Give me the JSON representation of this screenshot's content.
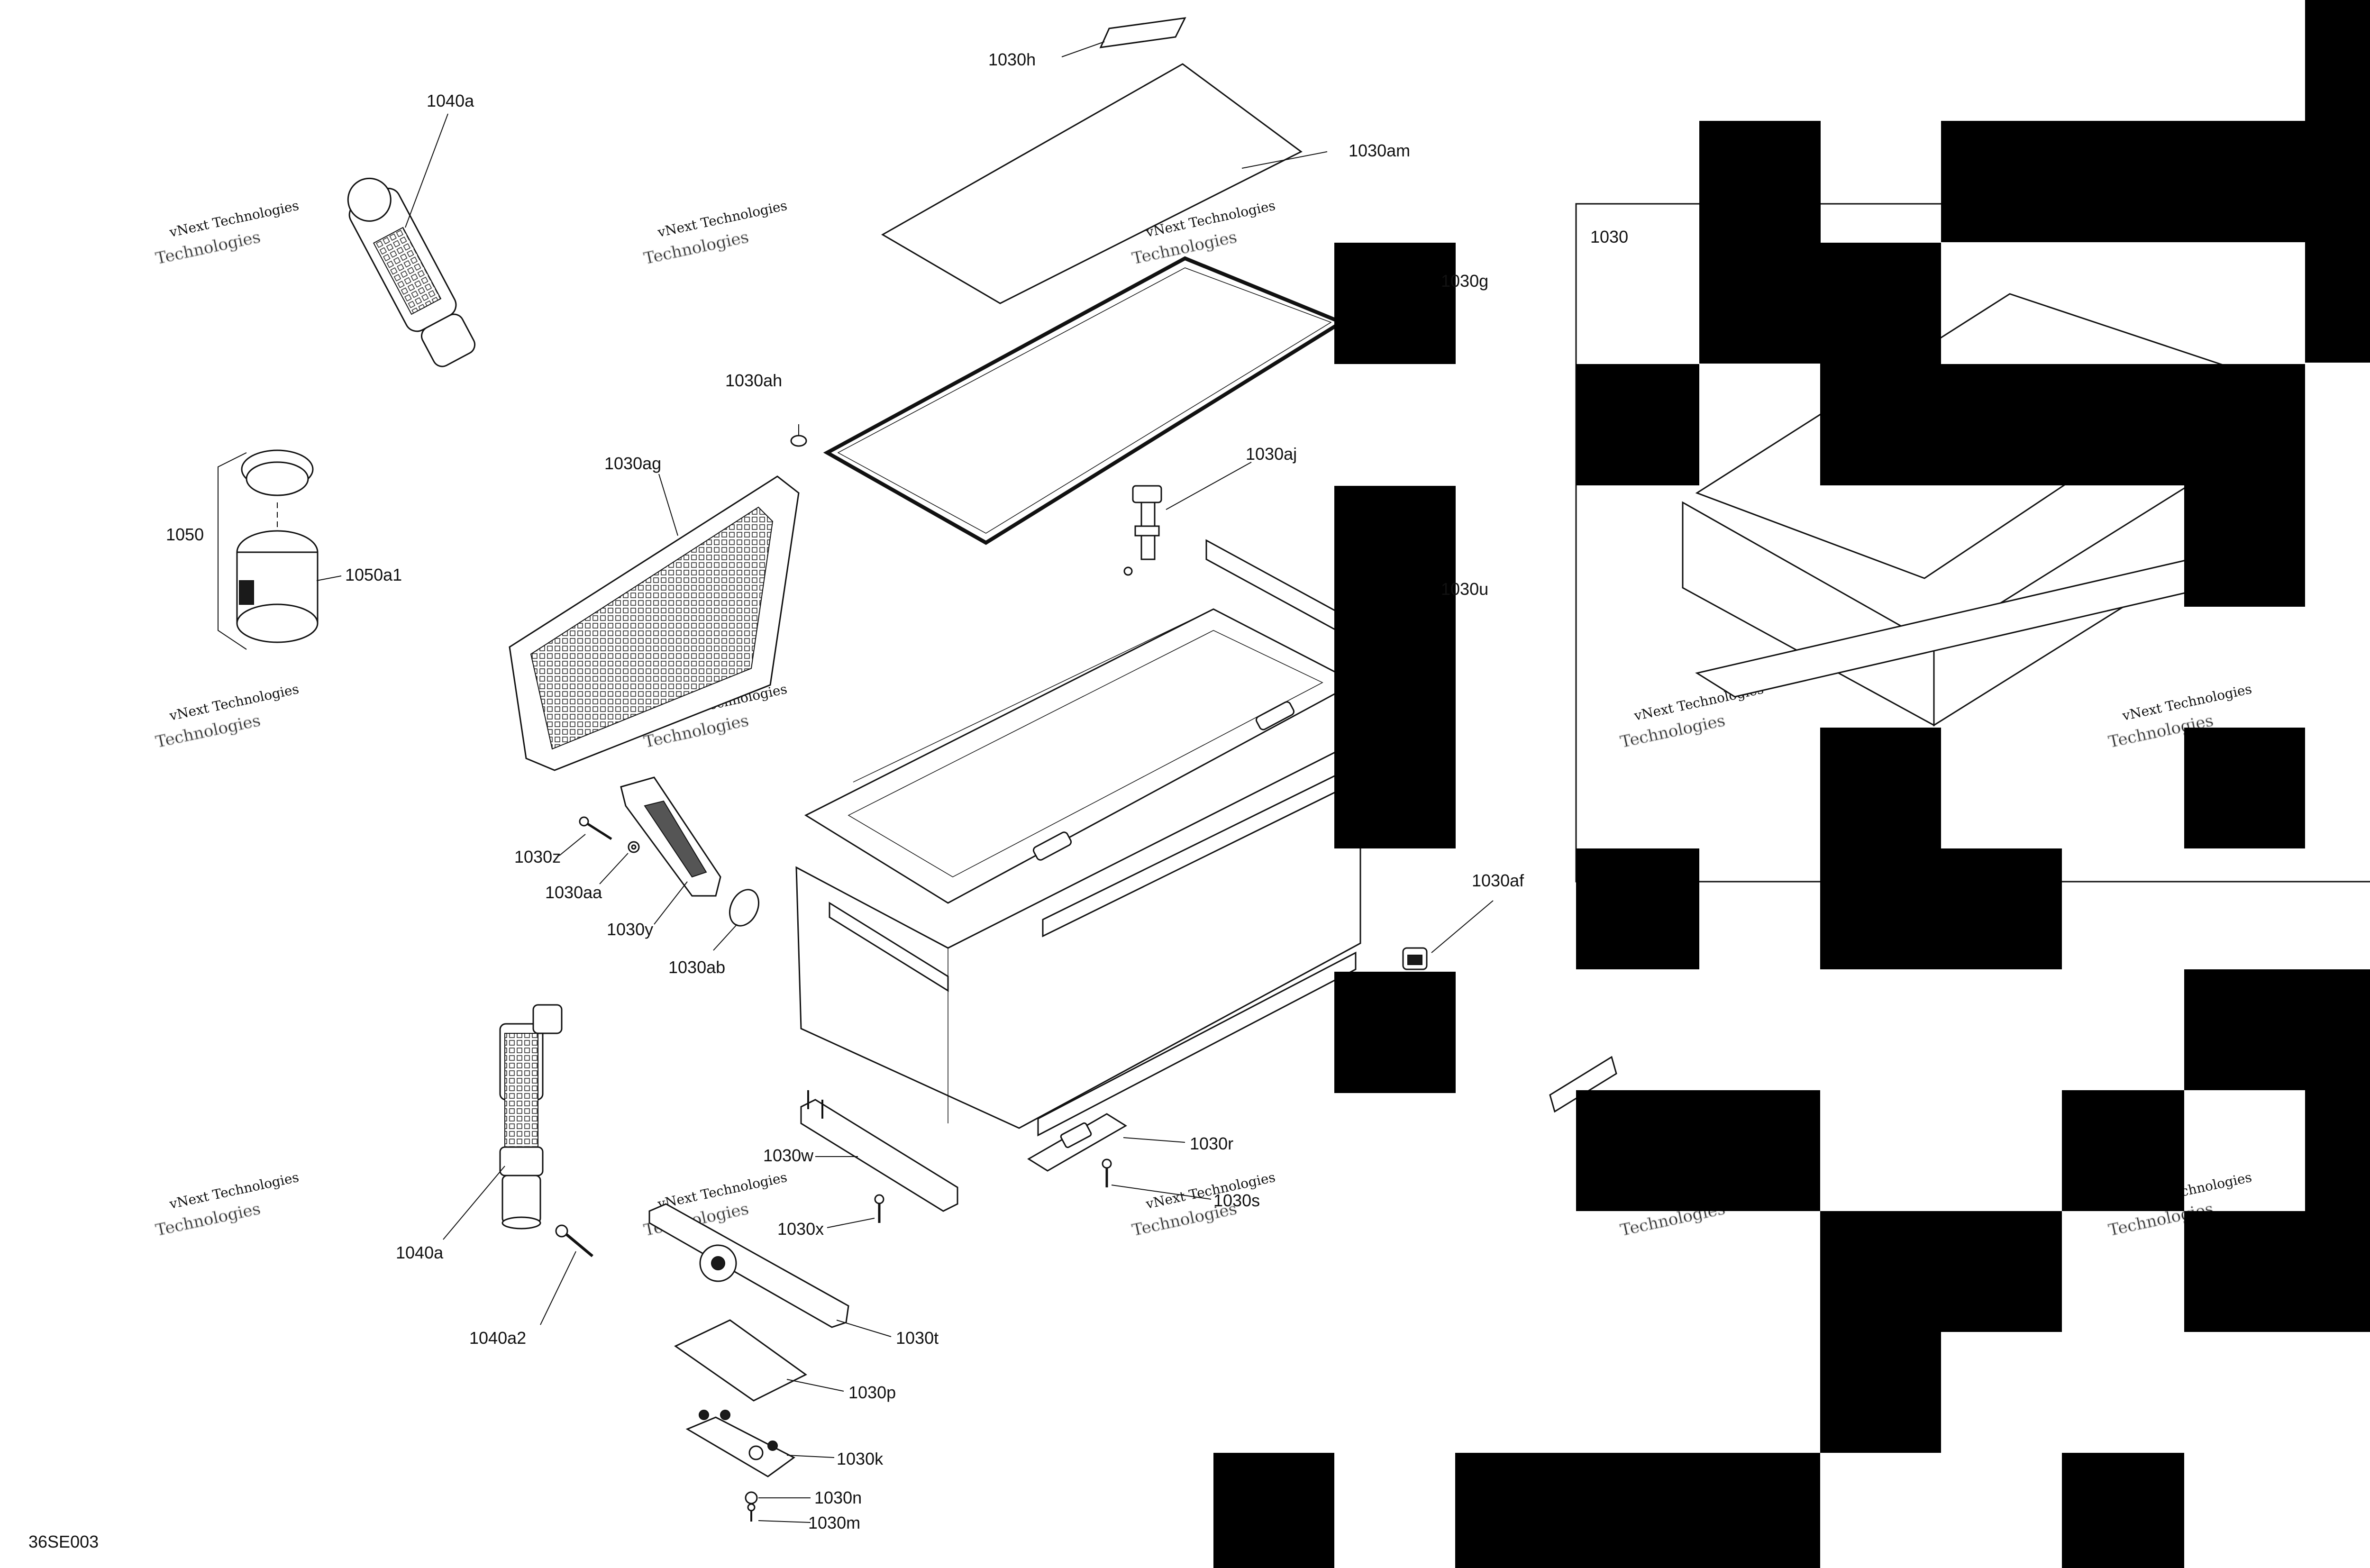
{
  "diagram_code": "36SE003",
  "inset_label": "1030",
  "watermark": {
    "line1": "vNext Technologies",
    "line2": "Technologies"
  },
  "callouts": {
    "c1030h": "1030h",
    "c1030am": "1030am",
    "c1030g": "1030g",
    "c1030ah": "1030ah",
    "c1030aj": "1030aj",
    "c1030ag": "1030ag",
    "c1030u": "1030u",
    "c1040a_top": "1040a",
    "c1050": "1050",
    "c1050a1": "1050a1",
    "c1030z": "1030z",
    "c1030aa": "1030aa",
    "c1030y": "1030y",
    "c1030ab": "1030ab",
    "c1030af": "1030af",
    "c1030r": "1030r",
    "c1030w": "1030w",
    "c1030s": "1030s",
    "c1030x": "1030x",
    "c1040a_bottom": "1040a",
    "c1040a2": "1040a2",
    "c1030t": "1030t",
    "c1030p": "1030p",
    "c1030k": "1030k",
    "c1030n": "1030n",
    "c1030m": "1030m"
  }
}
